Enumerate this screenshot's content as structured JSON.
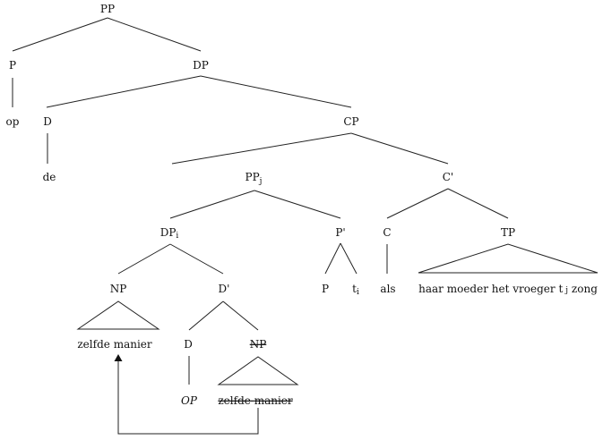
{
  "nodes": {
    "pp": "PP",
    "p": "P",
    "dp": "DP",
    "op_word": "op",
    "d": "D",
    "cp": "CP",
    "de": "de",
    "pp_j": "PP",
    "pp_j_sub": "j",
    "c_bar": "C'",
    "dp_i": "DP",
    "dp_i_sub": "i",
    "p_bar": "P'",
    "c": "C",
    "tp": "TP",
    "np": "NP",
    "d_bar": "D'",
    "p2": "P",
    "t": "t",
    "t_sub": "i",
    "als": "als",
    "d2": "D",
    "np_deleted": "NP",
    "op_operator": "OP"
  },
  "phrases": {
    "np_words": [
      "zelfde",
      "manier"
    ],
    "np_deleted_words": [
      "zelfde",
      "manier"
    ],
    "tp_words": [
      "haar",
      "moeder",
      "het",
      "vroeger",
      "t",
      "zong"
    ],
    "tp_trace_sub": "j"
  }
}
